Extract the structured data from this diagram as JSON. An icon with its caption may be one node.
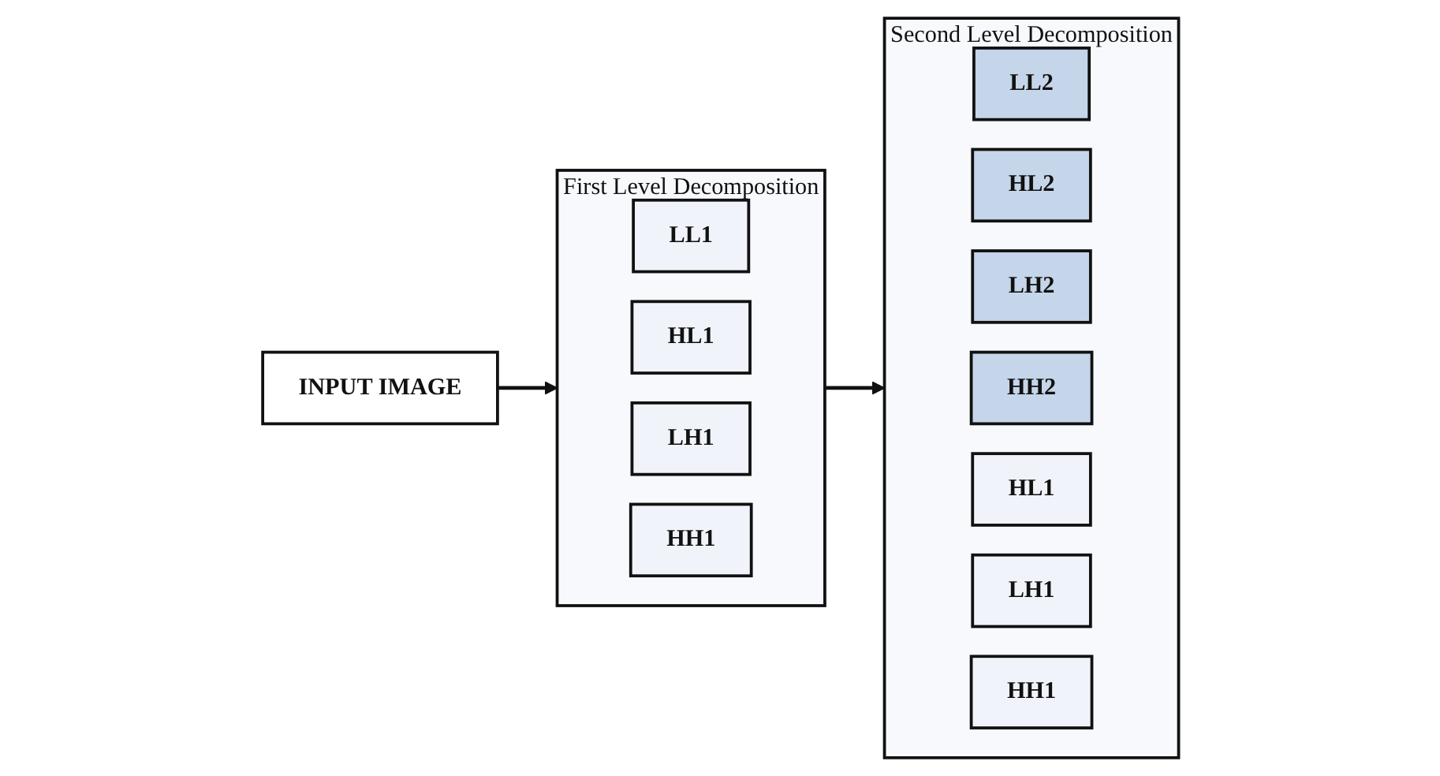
{
  "diagram": {
    "nodes": [
      {
        "text": [
          "INPUT IMAGE"
        ]
      },
      {
        "text": [
          "First Level Decomposition"
        ]
      },
      {
        "text": [
          "LL1"
        ],
        "in": 1
      },
      {
        "text": [
          "HL1"
        ],
        "in": 1
      },
      {
        "text": [
          "LH1"
        ],
        "in": 1
      },
      {
        "text": [
          "HH1"
        ],
        "in": 1
      },
      {
        "text": [
          "Second Level Decomposition"
        ]
      },
      {
        "text": [
          "LL2"
        ],
        "in": 6
      },
      {
        "text": [
          "HL2"
        ],
        "in": 6
      },
      {
        "text": [
          "LH2"
        ],
        "in": 6
      },
      {
        "text": [
          "HH2"
        ],
        "in": 6
      },
      {
        "text": [
          "HL1"
        ],
        "in": 6
      },
      {
        "text": [
          "LH1"
        ],
        "in": 6
      },
      {
        "text": [
          "HH1"
        ],
        "in": 6
      }
    ],
    "edges": [
      {
        "from": 0,
        "to": 1,
        "arrow": "to"
      },
      {
        "from": 1,
        "to": 6,
        "arrow": "to"
      }
    ]
  }
}
